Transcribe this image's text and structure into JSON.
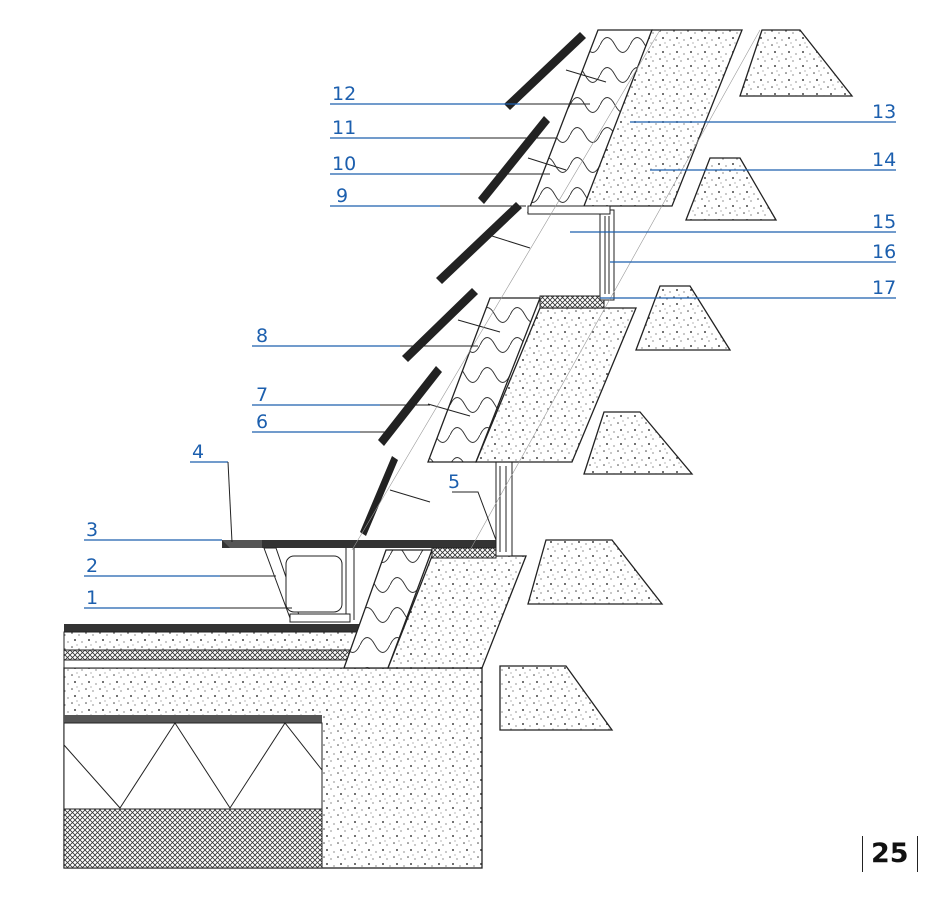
{
  "callouts": [
    {
      "id": "12",
      "label": "12"
    },
    {
      "id": "11",
      "label": "11"
    },
    {
      "id": "10",
      "label": "10"
    },
    {
      "id": "9",
      "label": "9"
    },
    {
      "id": "8",
      "label": "8"
    },
    {
      "id": "7",
      "label": "7"
    },
    {
      "id": "6",
      "label": "6"
    },
    {
      "id": "4",
      "label": "4"
    },
    {
      "id": "3",
      "label": "3"
    },
    {
      "id": "2",
      "label": "2"
    },
    {
      "id": "1",
      "label": "1"
    },
    {
      "id": "5",
      "label": "5"
    },
    {
      "id": "13",
      "label": "13"
    },
    {
      "id": "14",
      "label": "14"
    },
    {
      "id": "15",
      "label": "15"
    },
    {
      "id": "16",
      "label": "16"
    },
    {
      "id": "17",
      "label": "17"
    }
  ],
  "page_number": "25",
  "colors": {
    "callout": "#1c5fae",
    "line": "#222222",
    "background": "#ffffff"
  }
}
